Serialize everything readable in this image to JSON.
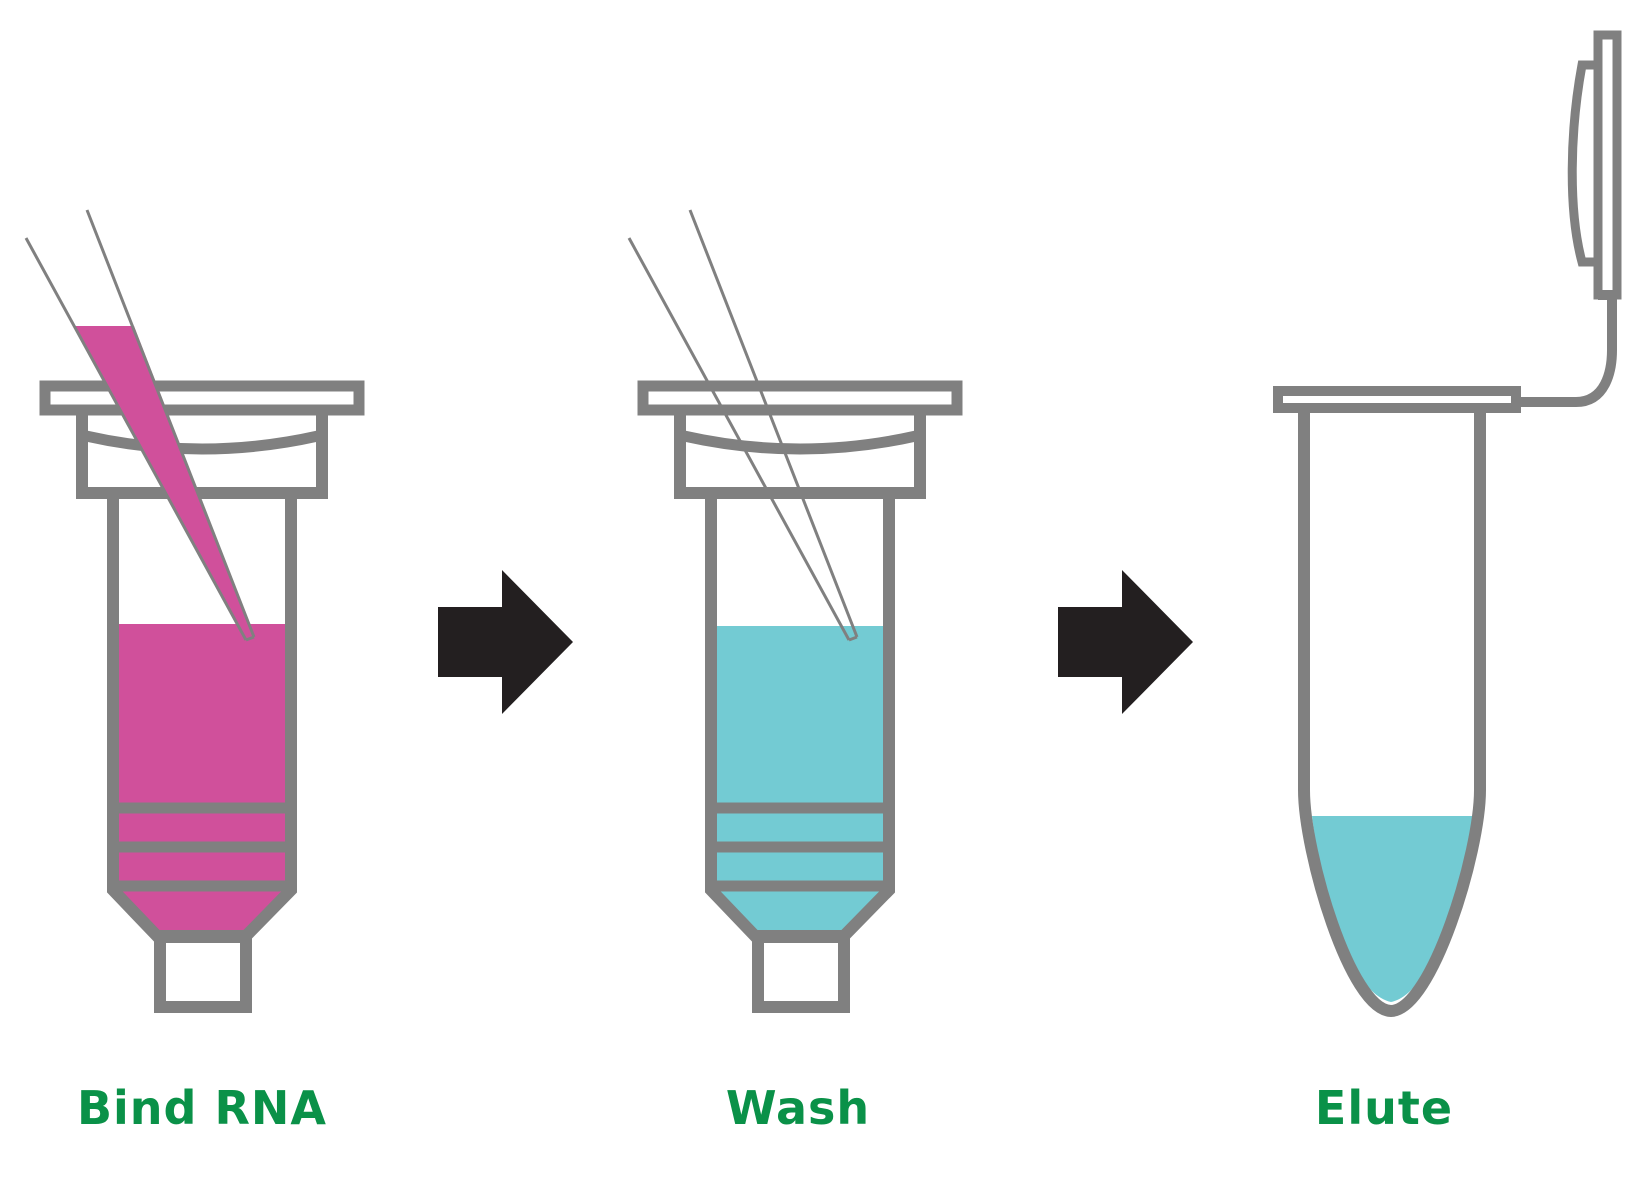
{
  "colors": {
    "outline": "#808080",
    "arrow": "#231f20",
    "bind_liquid": "#d0509b",
    "wash_liquid": "#73cbd3",
    "elute_liquid": "#73cbd3",
    "label": "#0a9148"
  },
  "steps": [
    {
      "label": "Bind RNA"
    },
    {
      "label": "Wash"
    },
    {
      "label": "Elute"
    }
  ]
}
